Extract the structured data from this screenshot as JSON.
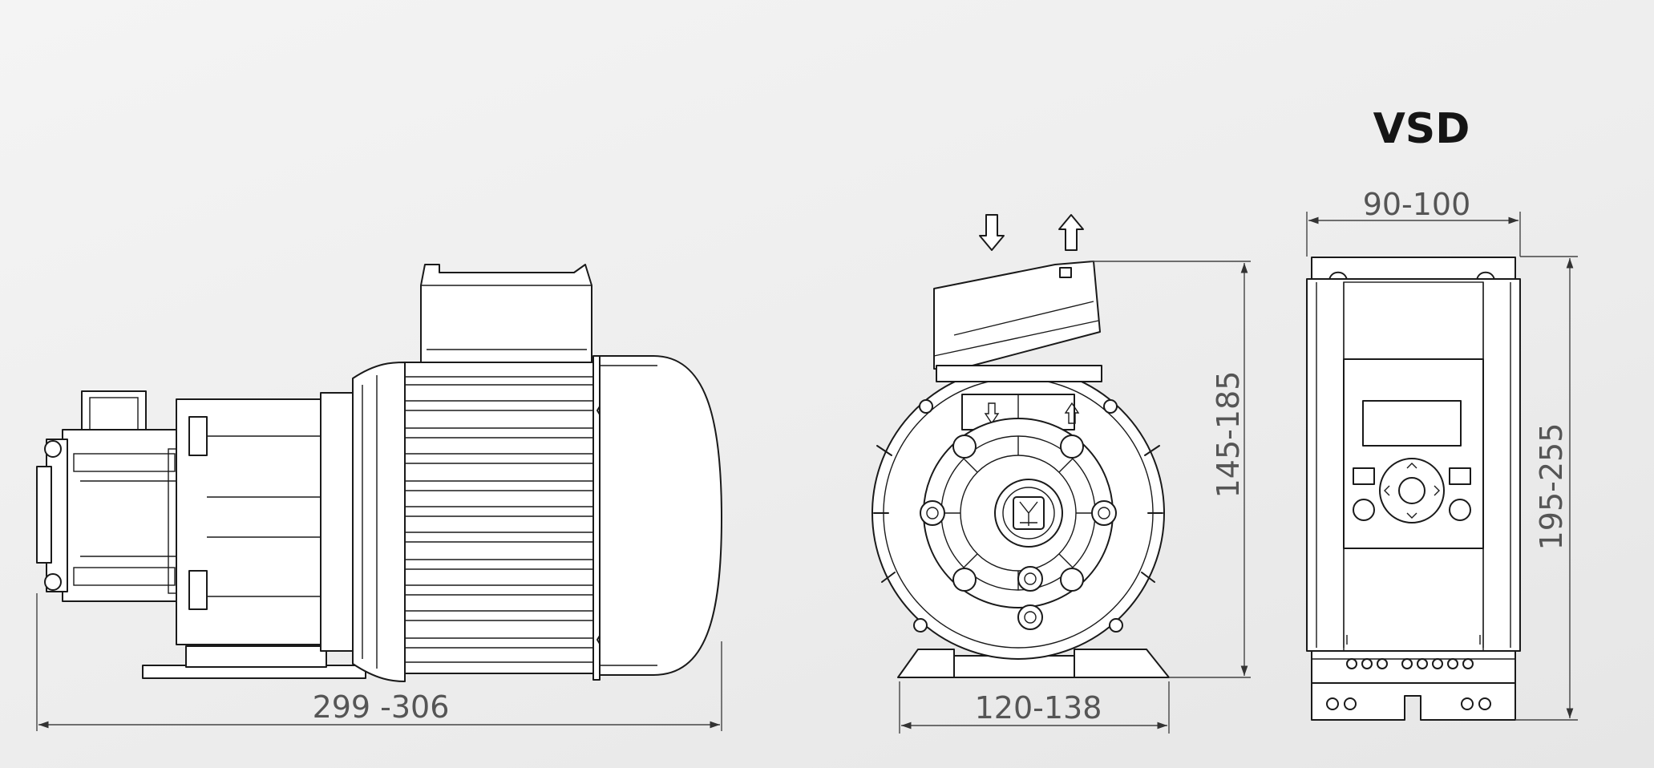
{
  "vsd_title": "VSD",
  "dimensions": {
    "pump_length": "299 -306",
    "pump_width": "120-138",
    "pump_height": "145-185",
    "vsd_width": "90-100",
    "vsd_height": "195-255"
  },
  "colors": {
    "line": "#1a1a1a",
    "dimension_text": "#555555",
    "background": "#efefef"
  }
}
